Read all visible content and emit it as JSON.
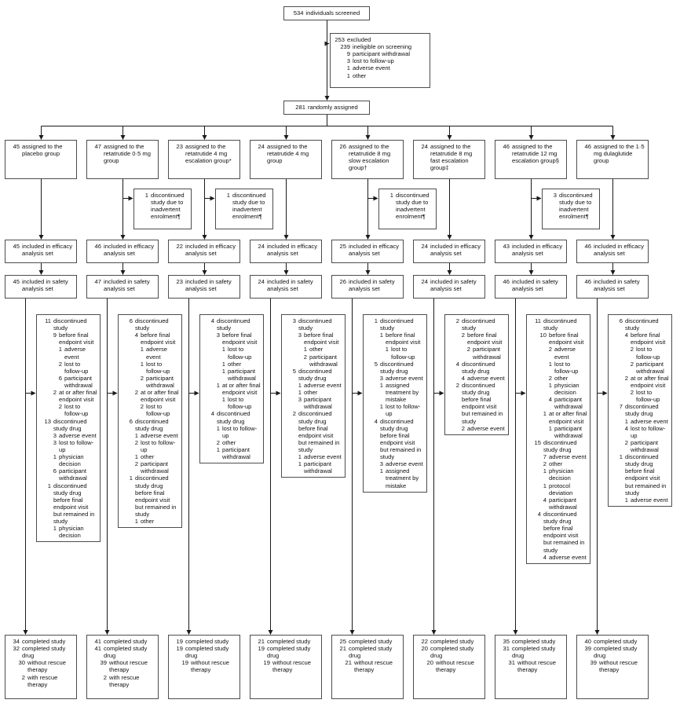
{
  "colors": {
    "background": "#ffffff",
    "box_border": "#4d4d4d",
    "arrow": "#1a1a1a",
    "text": "#111111"
  },
  "flow": {
    "screened": [
      {
        "n": "534",
        "t": "individuals screened"
      }
    ],
    "excluded": [
      {
        "n": "253",
        "t": "excluded"
      },
      {
        "n": "239",
        "t": "ineligible on screening",
        "i": 1
      },
      {
        "n": "9",
        "t": "participant withdrawal",
        "i": 1
      },
      {
        "n": "3",
        "t": "lost to follow-up",
        "i": 1
      },
      {
        "n": "1",
        "t": "adverse event",
        "i": 1
      },
      {
        "n": "1",
        "t": "other",
        "i": 1
      }
    ],
    "randomized": [
      {
        "n": "281",
        "t": "randomly assigned"
      }
    ]
  },
  "columns": [
    {
      "assigned": [
        {
          "n": "45",
          "t": "assigned to the placebo group"
        }
      ],
      "efficacy": [
        {
          "n": "45",
          "t": "included in efficacy analysis set"
        }
      ],
      "safety": [
        {
          "n": "45",
          "t": "included in safety analysis set"
        }
      ],
      "discontinued": [
        {
          "n": "11",
          "t": "discontinued study",
          "i": 0
        },
        {
          "n": "9",
          "t": "before final endpoint visit",
          "i": 1
        },
        {
          "n": "1",
          "t": "adverse event",
          "i": 2
        },
        {
          "n": "2",
          "t": "lost to follow-up",
          "i": 2
        },
        {
          "n": "6",
          "t": "participant withdrawal",
          "i": 2
        },
        {
          "n": "2",
          "t": "at or after final endpoint visit",
          "i": 1
        },
        {
          "n": "2",
          "t": "lost to follow-up",
          "i": 2
        },
        {
          "n": "13",
          "t": "discontinued study drug",
          "i": 0
        },
        {
          "n": "3",
          "t": "adverse event",
          "i": 1
        },
        {
          "n": "3",
          "t": "lost to follow-up",
          "i": 1
        },
        {
          "n": "1",
          "t": "physician decision",
          "i": 1
        },
        {
          "n": "6",
          "t": "participant withdrawal",
          "i": 1
        },
        {
          "n": "1",
          "t": "discontinued study drug before final endpoint visit but remained in study",
          "i": 0
        },
        {
          "n": "1",
          "t": "physician decision",
          "i": 1
        }
      ],
      "completed": [
        {
          "n": "34",
          "t": "completed study",
          "i": 0
        },
        {
          "n": "32",
          "t": "completed study drug",
          "i": 0
        },
        {
          "n": "30",
          "t": "without rescue therapy",
          "i": 1
        },
        {
          "n": "2",
          "t": "with rescue therapy",
          "i": 1
        }
      ]
    },
    {
      "assigned": [
        {
          "n": "47",
          "t": "assigned to the retatrutide 0·5 mg group"
        }
      ],
      "enrolment": [
        {
          "n": "1",
          "t": "discontinued study due to inadvertent enrolment¶"
        }
      ],
      "efficacy": [
        {
          "n": "46",
          "t": "included in efficacy analysis set"
        }
      ],
      "safety": [
        {
          "n": "47",
          "t": "included in safety analysis set"
        }
      ],
      "discontinued": [
        {
          "n": "6",
          "t": "discontinued study",
          "i": 0
        },
        {
          "n": "4",
          "t": "before final endpoint visit",
          "i": 1
        },
        {
          "n": "1",
          "t": "adverse event",
          "i": 2
        },
        {
          "n": "1",
          "t": "lost to follow-up",
          "i": 2
        },
        {
          "n": "2",
          "t": "participant withdrawal",
          "i": 2
        },
        {
          "n": "2",
          "t": "at or after final endpoint visit",
          "i": 1
        },
        {
          "n": "2",
          "t": "lost to follow-up",
          "i": 2
        },
        {
          "n": "6",
          "t": "discontinued study drug",
          "i": 0
        },
        {
          "n": "1",
          "t": "adverse event",
          "i": 1
        },
        {
          "n": "2",
          "t": "lost to follow-up",
          "i": 1
        },
        {
          "n": "1",
          "t": "other",
          "i": 1
        },
        {
          "n": "2",
          "t": "participant withdrawal",
          "i": 1
        },
        {
          "n": "1",
          "t": "discontinued study drug before final endpoint visit but remained in study",
          "i": 0
        },
        {
          "n": "1",
          "t": "other",
          "i": 1
        }
      ],
      "completed": [
        {
          "n": "41",
          "t": "completed study",
          "i": 0
        },
        {
          "n": "41",
          "t": "completed study drug",
          "i": 0
        },
        {
          "n": "39",
          "t": "without rescue therapy",
          "i": 1
        },
        {
          "n": "2",
          "t": "with rescue therapy",
          "i": 1
        }
      ]
    },
    {
      "assigned": [
        {
          "n": "23",
          "t": "assigned to the retatrutide 4 mg escalation group*"
        }
      ],
      "enrolment": [
        {
          "n": "1",
          "t": "discontinued study due to inadvertent enrolment¶"
        }
      ],
      "efficacy": [
        {
          "n": "22",
          "t": "included in efficacy analysis set"
        }
      ],
      "safety": [
        {
          "n": "23",
          "t": "included in safety analysis set"
        }
      ],
      "discontinued": [
        {
          "n": "4",
          "t": "discontinued study",
          "i": 0
        },
        {
          "n": "3",
          "t": "before final endpoint visit",
          "i": 1
        },
        {
          "n": "1",
          "t": "lost to follow-up",
          "i": 2
        },
        {
          "n": "1",
          "t": "other",
          "i": 2
        },
        {
          "n": "1",
          "t": "participant withdrawal",
          "i": 2
        },
        {
          "n": "1",
          "t": "at or after final endpoint visit",
          "i": 1
        },
        {
          "n": "1",
          "t": "lost to follow-up",
          "i": 2
        },
        {
          "n": "4",
          "t": "discontinued study drug",
          "i": 0
        },
        {
          "n": "1",
          "t": "lost to follow-up",
          "i": 1
        },
        {
          "n": "2",
          "t": "other",
          "i": 1
        },
        {
          "n": "1",
          "t": "participant withdrawal",
          "i": 1
        }
      ],
      "completed": [
        {
          "n": "19",
          "t": "completed study",
          "i": 0
        },
        {
          "n": "19",
          "t": "completed study drug",
          "i": 0
        },
        {
          "n": "19",
          "t": "without rescue therapy",
          "i": 1
        }
      ]
    },
    {
      "assigned": [
        {
          "n": "24",
          "t": "assigned to the retatrutide 4 mg group"
        }
      ],
      "efficacy": [
        {
          "n": "24",
          "t": "included in efficacy analysis set"
        }
      ],
      "safety": [
        {
          "n": "24",
          "t": "included in safety analysis set"
        }
      ],
      "discontinued": [
        {
          "n": "3",
          "t": "discontinued study",
          "i": 0
        },
        {
          "n": "3",
          "t": "before final endpoint visit",
          "i": 1
        },
        {
          "n": "1",
          "t": "other",
          "i": 2
        },
        {
          "n": "2",
          "t": "participant withdrawal",
          "i": 2
        },
        {
          "n": "5",
          "t": "discontinued study drug",
          "i": 0
        },
        {
          "n": "1",
          "t": "adverse event",
          "i": 1
        },
        {
          "n": "1",
          "t": "other",
          "i": 1
        },
        {
          "n": "3",
          "t": "participant withdrawal",
          "i": 1
        },
        {
          "n": "2",
          "t": "discontinued study drug before final endpoint visit but remained in study",
          "i": 0
        },
        {
          "n": "1",
          "t": "adverse event",
          "i": 1
        },
        {
          "n": "1",
          "t": "participant withdrawal",
          "i": 1
        }
      ],
      "completed": [
        {
          "n": "21",
          "t": "completed study",
          "i": 0
        },
        {
          "n": "19",
          "t": "completed study drug",
          "i": 0
        },
        {
          "n": "19",
          "t": "without rescue therapy",
          "i": 1
        }
      ]
    },
    {
      "assigned": [
        {
          "n": "26",
          "t": "assigned to the retatrutide 8 mg slow escalation group†"
        }
      ],
      "enrolment": [
        {
          "n": "1",
          "t": "discontinued study due to inadvertent enrolment¶"
        }
      ],
      "efficacy": [
        {
          "n": "25",
          "t": "included in efficacy analysis set"
        }
      ],
      "safety": [
        {
          "n": "26",
          "t": "included in safety analysis set"
        }
      ],
      "discontinued": [
        {
          "n": "1",
          "t": "discontinued study",
          "i": 0
        },
        {
          "n": "1",
          "t": "before final endpoint visit",
          "i": 1
        },
        {
          "n": "1",
          "t": "lost to follow-up",
          "i": 2
        },
        {
          "n": "5",
          "t": "discontinued study drug",
          "i": 0
        },
        {
          "n": "3",
          "t": "adverse event",
          "i": 1
        },
        {
          "n": "1",
          "t": "assigned treatment by mistake",
          "i": 1
        },
        {
          "n": "1",
          "t": "lost to follow-up",
          "i": 1
        },
        {
          "n": "4",
          "t": "discontinued study drug before final endpoint visit but remained in study",
          "i": 0
        },
        {
          "n": "3",
          "t": "adverse event",
          "i": 1
        },
        {
          "n": "1",
          "t": "assigned treatment by mistake",
          "i": 1
        }
      ],
      "completed": [
        {
          "n": "25",
          "t": "completed study",
          "i": 0
        },
        {
          "n": "21",
          "t": "completed study drug",
          "i": 0
        },
        {
          "n": "21",
          "t": "without rescue therapy",
          "i": 1
        }
      ]
    },
    {
      "assigned": [
        {
          "n": "24",
          "t": "assigned to the retatrutide 8 mg fast escalation group‡"
        }
      ],
      "efficacy": [
        {
          "n": "24",
          "t": "included in efficacy analysis set"
        }
      ],
      "safety": [
        {
          "n": "24",
          "t": "included in safety analysis set"
        }
      ],
      "discontinued": [
        {
          "n": "2",
          "t": "discontinued study",
          "i": 0
        },
        {
          "n": "2",
          "t": "before final endpoint visit",
          "i": 1
        },
        {
          "n": "2",
          "t": "participant withdrawal",
          "i": 2
        },
        {
          "n": "4",
          "t": "discontinued study drug",
          "i": 0
        },
        {
          "n": "4",
          "t": "adverse event",
          "i": 1
        },
        {
          "n": "2",
          "t": "discontinued study drug before final endpoint visit but remained in study",
          "i": 0
        },
        {
          "n": "2",
          "t": "adverse event",
          "i": 1
        }
      ],
      "completed": [
        {
          "n": "22",
          "t": "completed study",
          "i": 0
        },
        {
          "n": "20",
          "t": "completed study drug",
          "i": 0
        },
        {
          "n": "20",
          "t": "without rescue therapy",
          "i": 1
        }
      ]
    },
    {
      "assigned": [
        {
          "n": "46",
          "t": "assigned to the retatrutide 12 mg escalation group§"
        }
      ],
      "enrolment": [
        {
          "n": "3",
          "t": "discontinued study due to inadvertent enrolment¶"
        }
      ],
      "efficacy": [
        {
          "n": "43",
          "t": "included in efficacy analysis set"
        }
      ],
      "safety": [
        {
          "n": "46",
          "t": "included in safety analysis set"
        }
      ],
      "discontinued": [
        {
          "n": "11",
          "t": "discontinued study",
          "i": 0
        },
        {
          "n": "10",
          "t": "before final endpoint visit",
          "i": 1
        },
        {
          "n": "2",
          "t": "adverse event",
          "i": 2
        },
        {
          "n": "1",
          "t": "lost to follow-up",
          "i": 2
        },
        {
          "n": "2",
          "t": "other",
          "i": 2
        },
        {
          "n": "1",
          "t": "physician decision",
          "i": 2
        },
        {
          "n": "4",
          "t": "participant withdrawal",
          "i": 2
        },
        {
          "n": "1",
          "t": "at or after final endpoint visit",
          "i": 1
        },
        {
          "n": "1",
          "t": "participant withdrawal",
          "i": 2
        },
        {
          "n": "15",
          "t": "discontinued study drug",
          "i": 0
        },
        {
          "n": "7",
          "t": "adverse event",
          "i": 1
        },
        {
          "n": "2",
          "t": "other",
          "i": 1
        },
        {
          "n": "1",
          "t": "physician decision",
          "i": 1
        },
        {
          "n": "1",
          "t": "protocol deviation",
          "i": 1
        },
        {
          "n": "4",
          "t": "participant withdrawal",
          "i": 1
        },
        {
          "n": "4",
          "t": "discontinued study drug before final endpoint visit but remained in study",
          "i": 0
        },
        {
          "n": "4",
          "t": "adverse event",
          "i": 1
        }
      ],
      "completed": [
        {
          "n": "35",
          "t": "completed study",
          "i": 0
        },
        {
          "n": "31",
          "t": "completed study drug",
          "i": 0
        },
        {
          "n": "31",
          "t": "without rescue therapy",
          "i": 1
        }
      ]
    },
    {
      "assigned": [
        {
          "n": "46",
          "t": "assigned to the 1·5 mg dulaglutide group"
        }
      ],
      "efficacy": [
        {
          "n": "46",
          "t": "included in efficacy analysis set"
        }
      ],
      "safety": [
        {
          "n": "46",
          "t": "included in safety analysis set"
        }
      ],
      "discontinued": [
        {
          "n": "6",
          "t": "discontinued study",
          "i": 0
        },
        {
          "n": "4",
          "t": "before final endpoint visit",
          "i": 1
        },
        {
          "n": "2",
          "t": "lost to follow-up",
          "i": 2
        },
        {
          "n": "2",
          "t": "participant withdrawal",
          "i": 2
        },
        {
          "n": "2",
          "t": "at or after final endpoint visit",
          "i": 1
        },
        {
          "n": "2",
          "t": "lost to follow-up",
          "i": 2
        },
        {
          "n": "7",
          "t": "discontinued study drug",
          "i": 0
        },
        {
          "n": "1",
          "t": "adverse event",
          "i": 1
        },
        {
          "n": "4",
          "t": "lost to follow-up",
          "i": 1
        },
        {
          "n": "2",
          "t": "participant withdrawal",
          "i": 1
        },
        {
          "n": "1",
          "t": "discontinued study drug before final endpoint visit but remained in study",
          "i": 0
        },
        {
          "n": "1",
          "t": "adverse event",
          "i": 1
        }
      ],
      "completed": [
        {
          "n": "40",
          "t": "completed study",
          "i": 0
        },
        {
          "n": "39",
          "t": "completed study drug",
          "i": 0
        },
        {
          "n": "39",
          "t": "without rescue therapy",
          "i": 1
        }
      ]
    }
  ]
}
